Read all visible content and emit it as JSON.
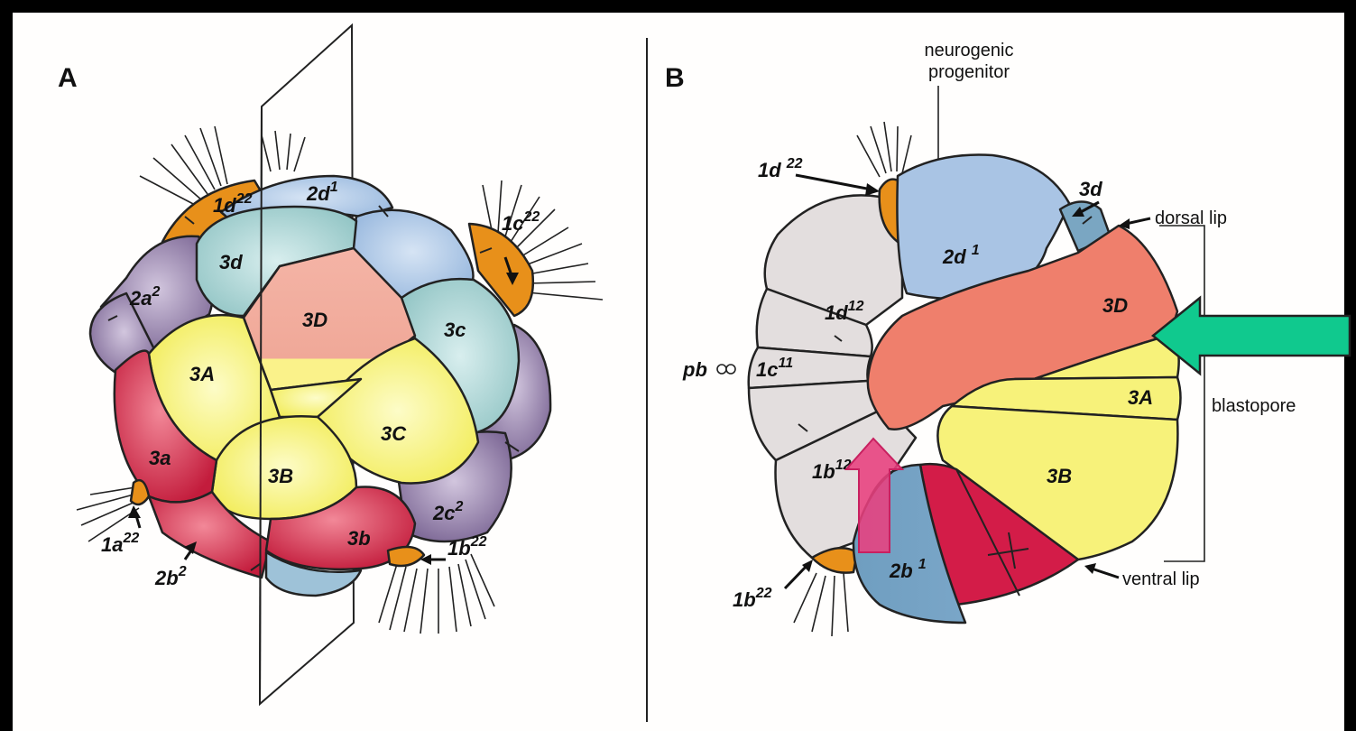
{
  "panel_a": {
    "label": "A",
    "cells": {
      "c1d22": "1d",
      "c1d22_sup": "22",
      "c2d1": "2d",
      "c2d1_sup": "1",
      "c1c22": "1c",
      "c1c22_sup": "22",
      "c3d": "3d",
      "c2a2": "2a",
      "c2a2_sup": "2",
      "c3D": "3D",
      "c3c": "3c",
      "c3A": "3A",
      "c3C": "3C",
      "c3a": "3a",
      "c3B": "3B",
      "c2c2": "2c",
      "c2c2_sup": "2",
      "c3b": "3b",
      "c1a22": "1a",
      "c1a22_sup": "22",
      "c2b2": "2b",
      "c2b2_sup": "2",
      "c1b22": "1b",
      "c1b22_sup": "22"
    }
  },
  "panel_b": {
    "label": "B",
    "neurogenic_line1": "neurogenic",
    "neurogenic_line2": "progenitor",
    "dorsal_lip": "dorsal lip",
    "blastopore": "blastopore",
    "ventral_lip": "ventral lip",
    "cells": {
      "c1d22": "1d",
      "c1d22_sup": "22",
      "c3d": "3d",
      "c2d1": "2d",
      "c2d1_sup": "1",
      "c1d12": "1d",
      "c1d12_sup": "12",
      "c3D": "3D",
      "pb": "pb",
      "c1c11": "1c",
      "c1c11_sup": "11",
      "c3A": "3A",
      "c1b12": "1b",
      "c1b12_sup": "12",
      "c3B": "3B",
      "c2b1": "2b",
      "c2b1_sup": "1",
      "c1b22": "1b",
      "c1b22_sup": "22"
    }
  },
  "colors": {
    "orange": "#e8901a",
    "blue": "#a9c4e4",
    "teal": "#b8dede",
    "salmon": "#ef9a8c",
    "yellow": "#f7f27a",
    "red": "#d42a48",
    "purple": "#9a86b0",
    "grey": "#e3dede",
    "green_arrow": "#10c98e",
    "pink_arrow": "#e8407e"
  }
}
